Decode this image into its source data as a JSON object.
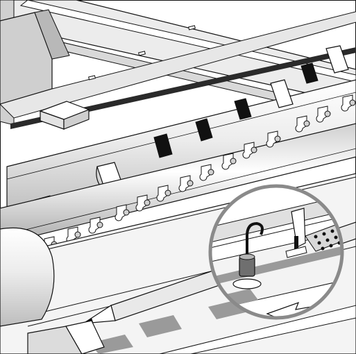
{
  "figure": {
    "colors": {
      "outline": "#111111",
      "light_fill": "#f2f2f2",
      "mid_fill": "#d6d6d6",
      "dark_fill": "#8f8f8f",
      "black_fill": "#111111",
      "background": "#ffffff"
    },
    "clamps_upper_count": 8,
    "clamps_lower_count": 12,
    "dark_bands_count": 4,
    "callout_holes_count": 12
  }
}
